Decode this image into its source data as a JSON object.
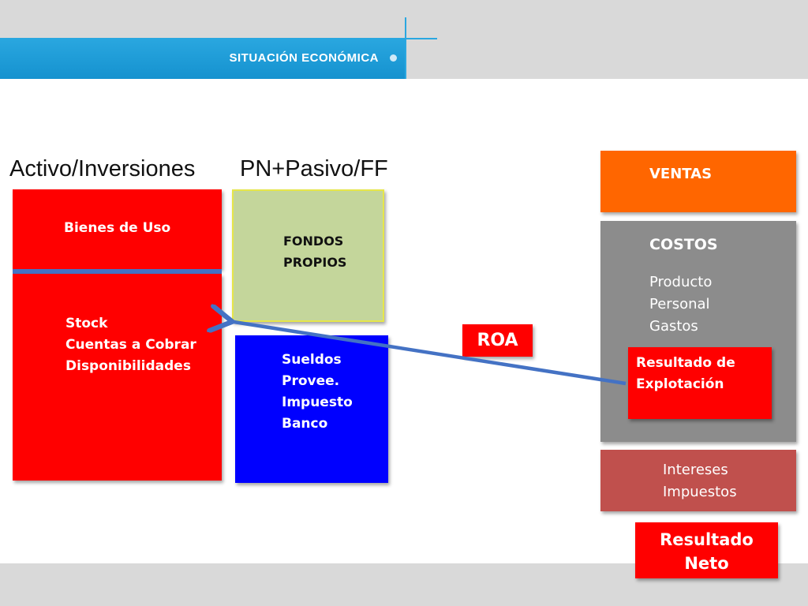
{
  "header": {
    "title": "SITUACIÓN ECONÓMICA"
  },
  "headings": {
    "activo": "Activo/Inversiones",
    "pn": "PN+Pasivo/FF"
  },
  "activo": {
    "top_label": "Bienes de Uso",
    "bottom_lines": [
      "Stock",
      "Cuentas a Cobrar",
      "Disponibilidades"
    ]
  },
  "fondos": {
    "lines": [
      "FONDOS",
      "PROPIOS"
    ]
  },
  "pasivo": {
    "lines": [
      "Sueldos",
      "Provee.",
      "Impuesto",
      "Banco"
    ]
  },
  "roa": {
    "label": "ROA"
  },
  "ventas": {
    "label": "VENTAS"
  },
  "costos": {
    "title": "COSTOS",
    "lines": [
      "Producto",
      "Personal",
      "Gastos"
    ]
  },
  "resultado_explotacion": {
    "lines": [
      "Resultado de",
      "Explotación"
    ]
  },
  "intereses": {
    "lines": [
      "Intereses",
      "Impuestos"
    ]
  },
  "resultado_neto": {
    "lines": [
      "Resultado",
      "Neto"
    ]
  },
  "colors": {
    "header_blue": "#1592cf",
    "red": "#ff0000",
    "blue": "#0000ff",
    "green": "#c4d69b",
    "orange": "#ff6600",
    "gray": "#8c8c8c",
    "brick": "#c0504d",
    "arrow": "#4472c4"
  }
}
